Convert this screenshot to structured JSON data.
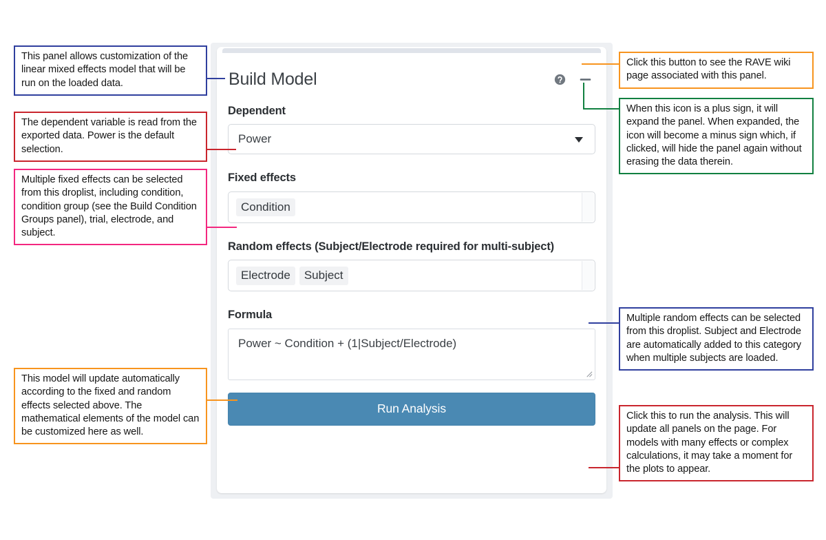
{
  "panel": {
    "title": "Build Model",
    "icons": {
      "help": "help-circle-icon",
      "collapse": "minus-icon"
    },
    "fields": {
      "dependent": {
        "label": "Dependent",
        "value": "Power"
      },
      "fixed_effects": {
        "label": "Fixed effects",
        "tags": [
          "Condition"
        ]
      },
      "random_effects": {
        "label": "Random effects (Subject/Electrode required for multi-subject)",
        "tags": [
          "Electrode",
          "Subject"
        ]
      },
      "formula": {
        "label": "Formula",
        "value": "Power ~ Condition + (1|Subject/Electrode)"
      }
    },
    "run_button": "Run Analysis"
  },
  "annotations": {
    "panel_overview": "This panel allows customization of the linear mixed effects model that will be run on the loaded data.",
    "dependent": "The dependent variable is read from the exported data. Power is the default selection.",
    "fixed_effects": "Multiple fixed effects can be selected from this droplist, including condition, condition group (see the Build Condition Groups panel), trial, electrode, and subject.",
    "formula": "This model will update automatically according to the fixed and random effects selected above. The mathematical elements of the model can be customized here as well.",
    "wiki_button": "Click this button to see the RAVE wiki page associated with this panel.",
    "collapse_icon": "When this icon is a plus sign, it will expand the panel. When expanded, the icon will become a minus sign which, if clicked, will hide the panel again without erasing the data therein.",
    "random_effects": "Multiple random effects can be selected from this droplist. Subject and Electrode are automatically added to this category when multiple subjects are loaded.",
    "run_analysis": "Click this to run the analysis. This will update all panels on the page. For models with many effects or complex calculations, it may take a moment for the plots to appear."
  },
  "colors": {
    "blue": "#2f3f9e",
    "red": "#c9252d",
    "pink": "#f3277f",
    "orange": "#f7941e",
    "green": "#118040",
    "run_button": "#4a89b3",
    "panel_backdrop": "#eef0f3"
  }
}
